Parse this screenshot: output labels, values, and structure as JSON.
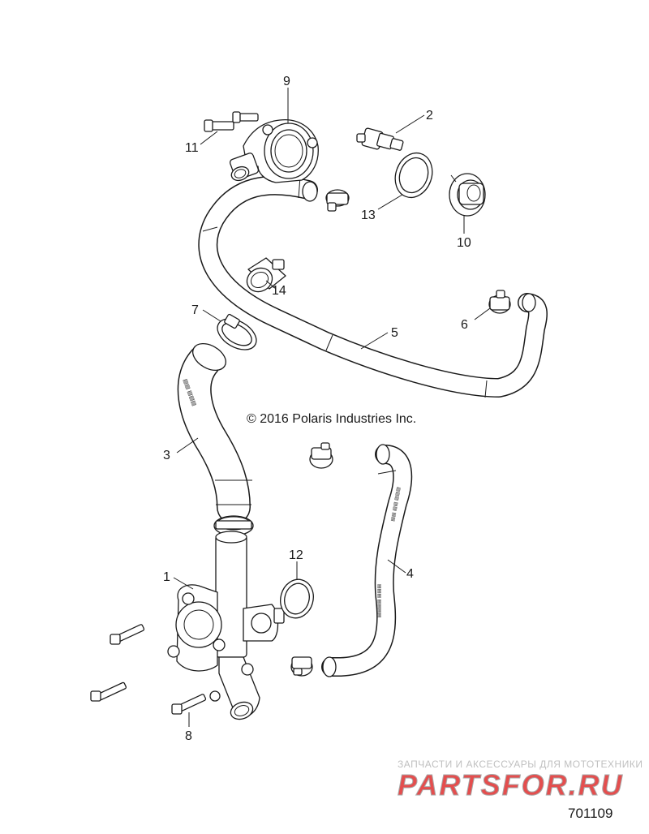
{
  "copyright": "© 2016 Polaris Industries Inc.",
  "figure_number": "701109",
  "watermark": {
    "tagline": "ЗАПЧАСТИ И АКСЕССУАРЫ ДЛЯ МОТОТЕХНИКИ",
    "logo": "PARTSFOR.RU"
  },
  "callouts": [
    {
      "id": "1",
      "label": "1"
    },
    {
      "id": "2",
      "label": "2"
    },
    {
      "id": "3",
      "label": "3"
    },
    {
      "id": "4",
      "label": "4"
    },
    {
      "id": "5",
      "label": "5"
    },
    {
      "id": "6",
      "label": "6"
    },
    {
      "id": "7",
      "label": "7"
    },
    {
      "id": "8",
      "label": "8"
    },
    {
      "id": "9",
      "label": "9"
    },
    {
      "id": "10",
      "label": "10"
    },
    {
      "id": "11",
      "label": "11"
    },
    {
      "id": "12",
      "label": "12"
    },
    {
      "id": "13",
      "label": "13"
    },
    {
      "id": "14",
      "label": "14"
    }
  ],
  "colors": {
    "line": "#1a1a1a",
    "watermark_grey": "#b5b5b5",
    "watermark_red": "#e03030"
  }
}
